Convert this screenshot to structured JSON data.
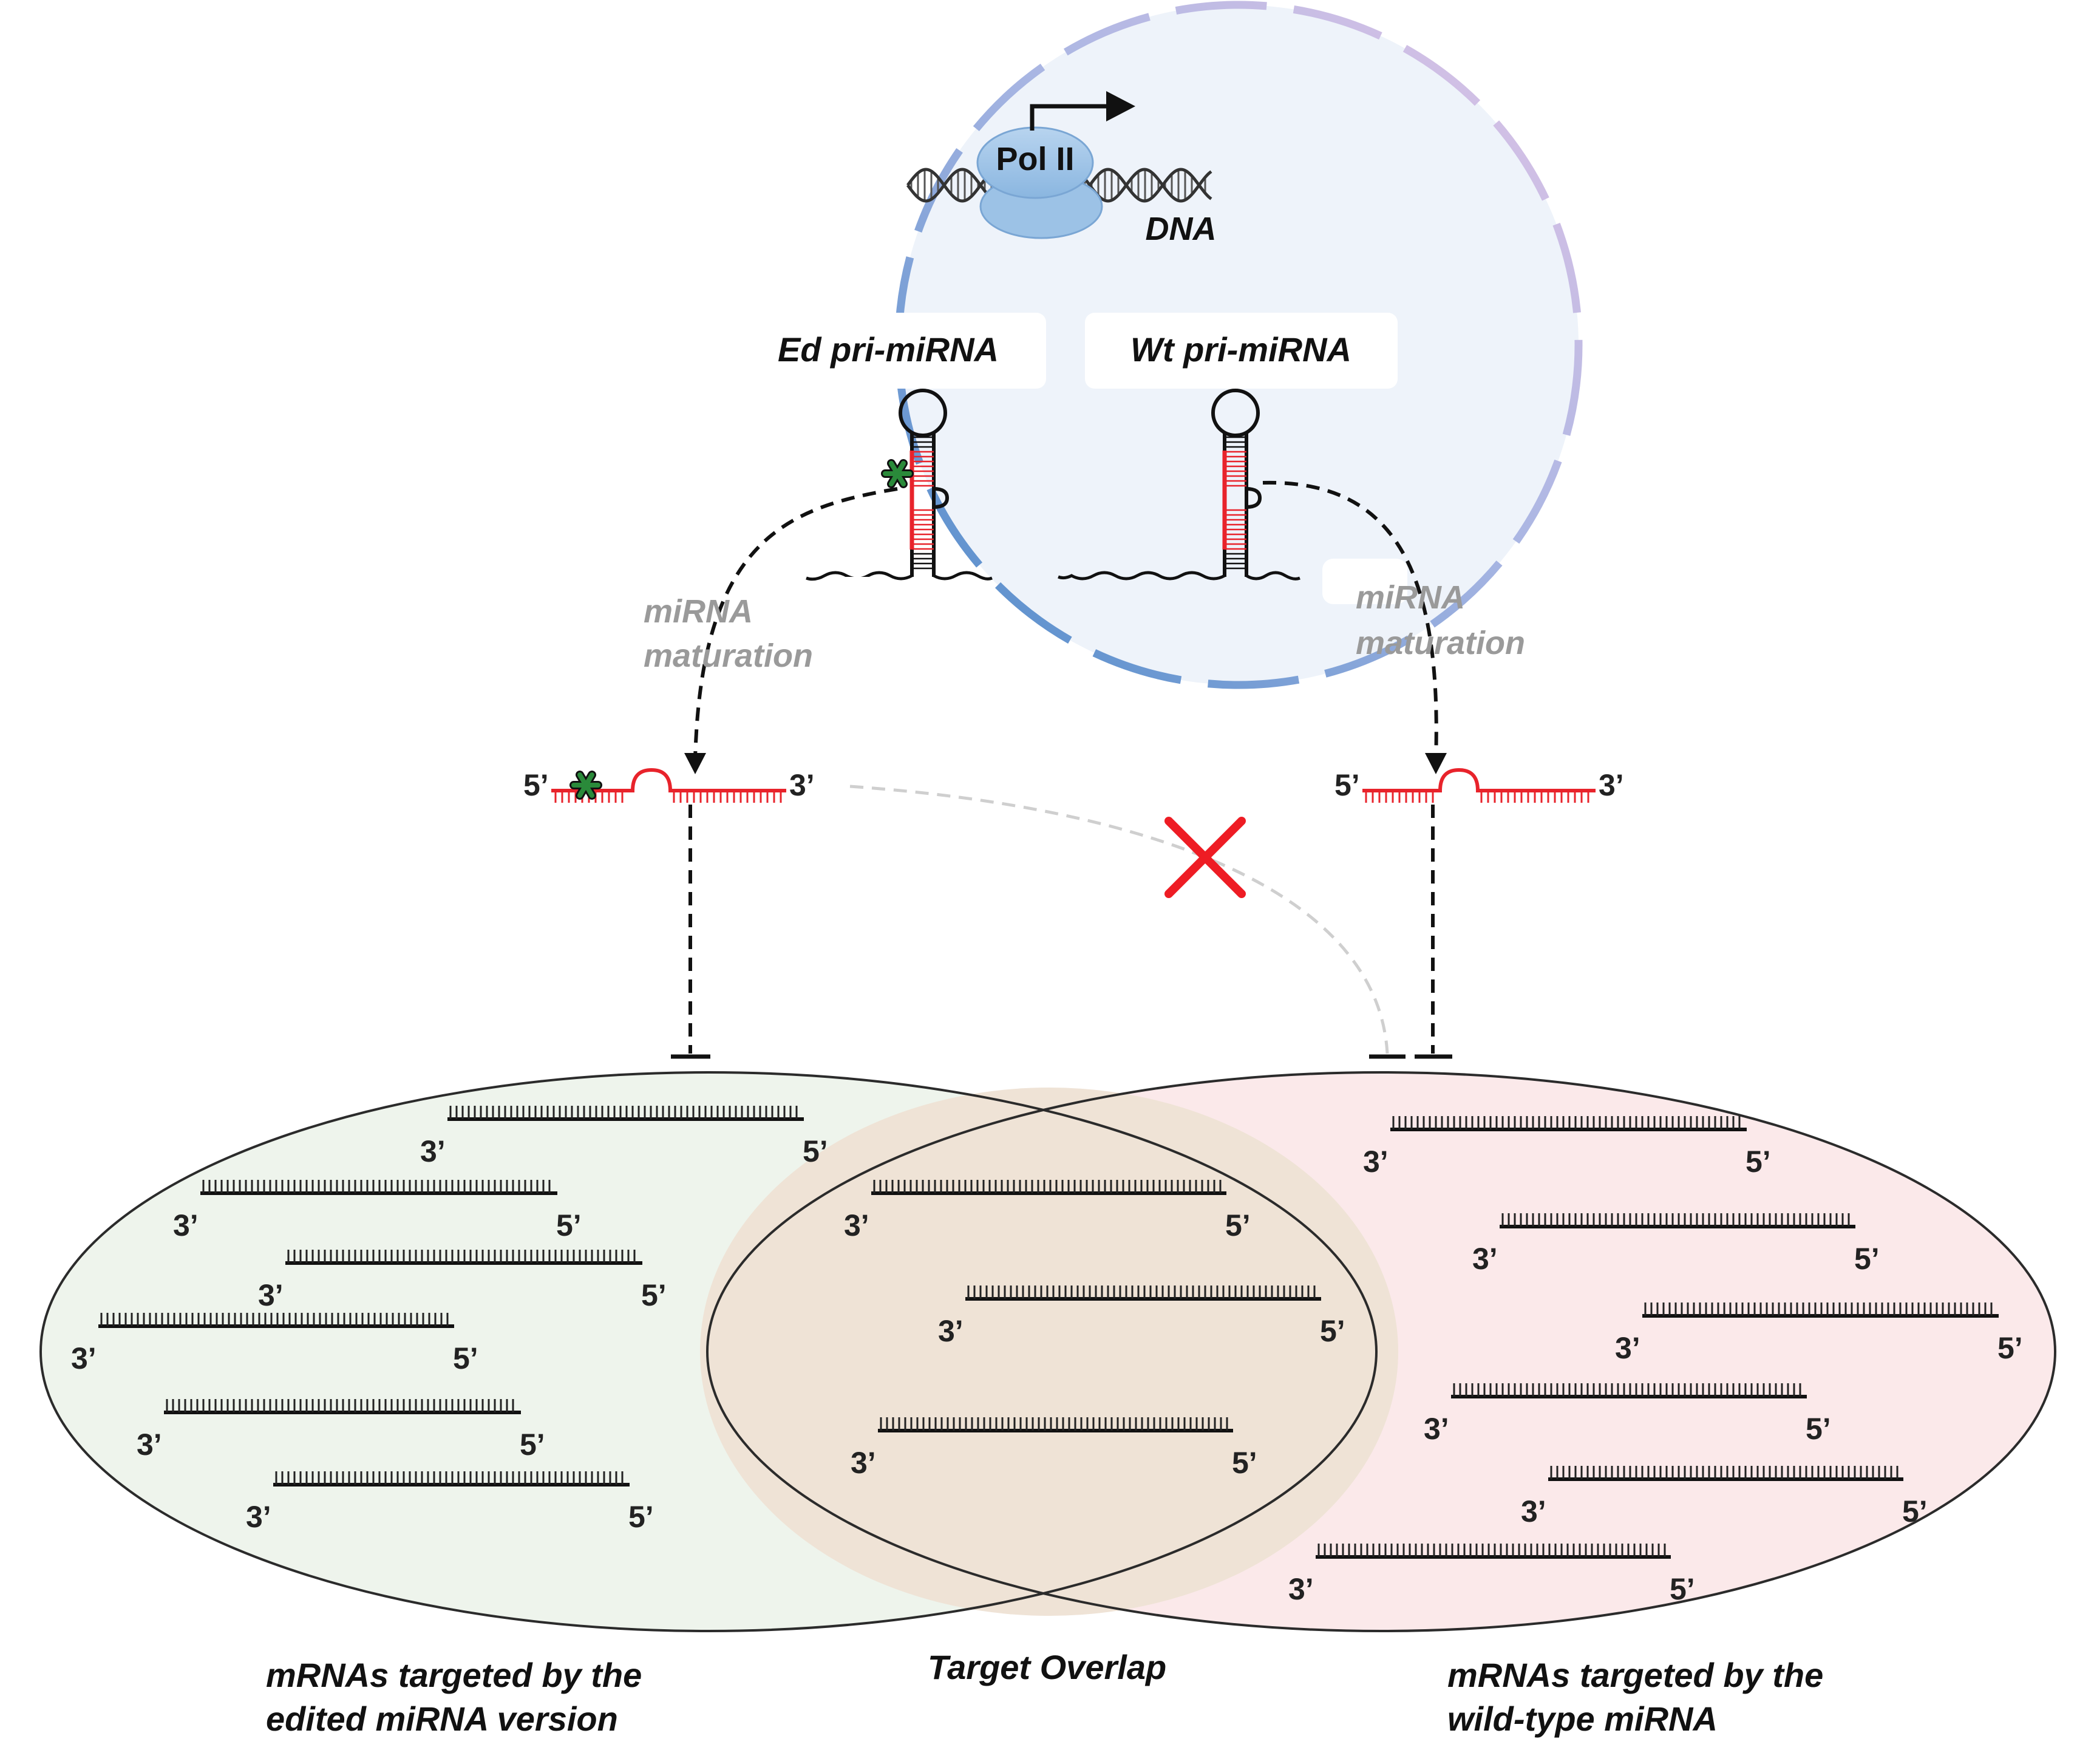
{
  "nucleus": {
    "pol_label": "Pol II",
    "dna_label": "DNA",
    "edited_pri": "Ed pri-miRNA",
    "wildtype_pri": "Wt pri-miRNA"
  },
  "maturation": {
    "left_line1": "miRNA",
    "left_line2": "maturation",
    "right_line1": "miRNA",
    "right_line2": "maturation"
  },
  "mature_mirna": {
    "five_prime": "5’",
    "three_prime": "3’"
  },
  "targets": {
    "five_prime": "5’",
    "three_prime": "3’",
    "edited_only_count": 6,
    "overlap_count": 3,
    "wildtype_only_count": 6
  },
  "captions": {
    "left_line1": "mRNAs targeted by the",
    "left_line2": "edited miRNA version",
    "center": "Target Overlap",
    "right_line1": "mRNAs targeted by the",
    "right_line2": "wild-type miRNA"
  },
  "colors": {
    "mirna_red": "#e8232b",
    "edit_star": "#2a8a3a",
    "left_set_fill": "#eef4ec",
    "right_set_fill": "#fbe9ea",
    "overlap_fill": "#efe3d6",
    "nucleus_fill": "#eef3fa",
    "block_cross": "#ee1c24"
  }
}
